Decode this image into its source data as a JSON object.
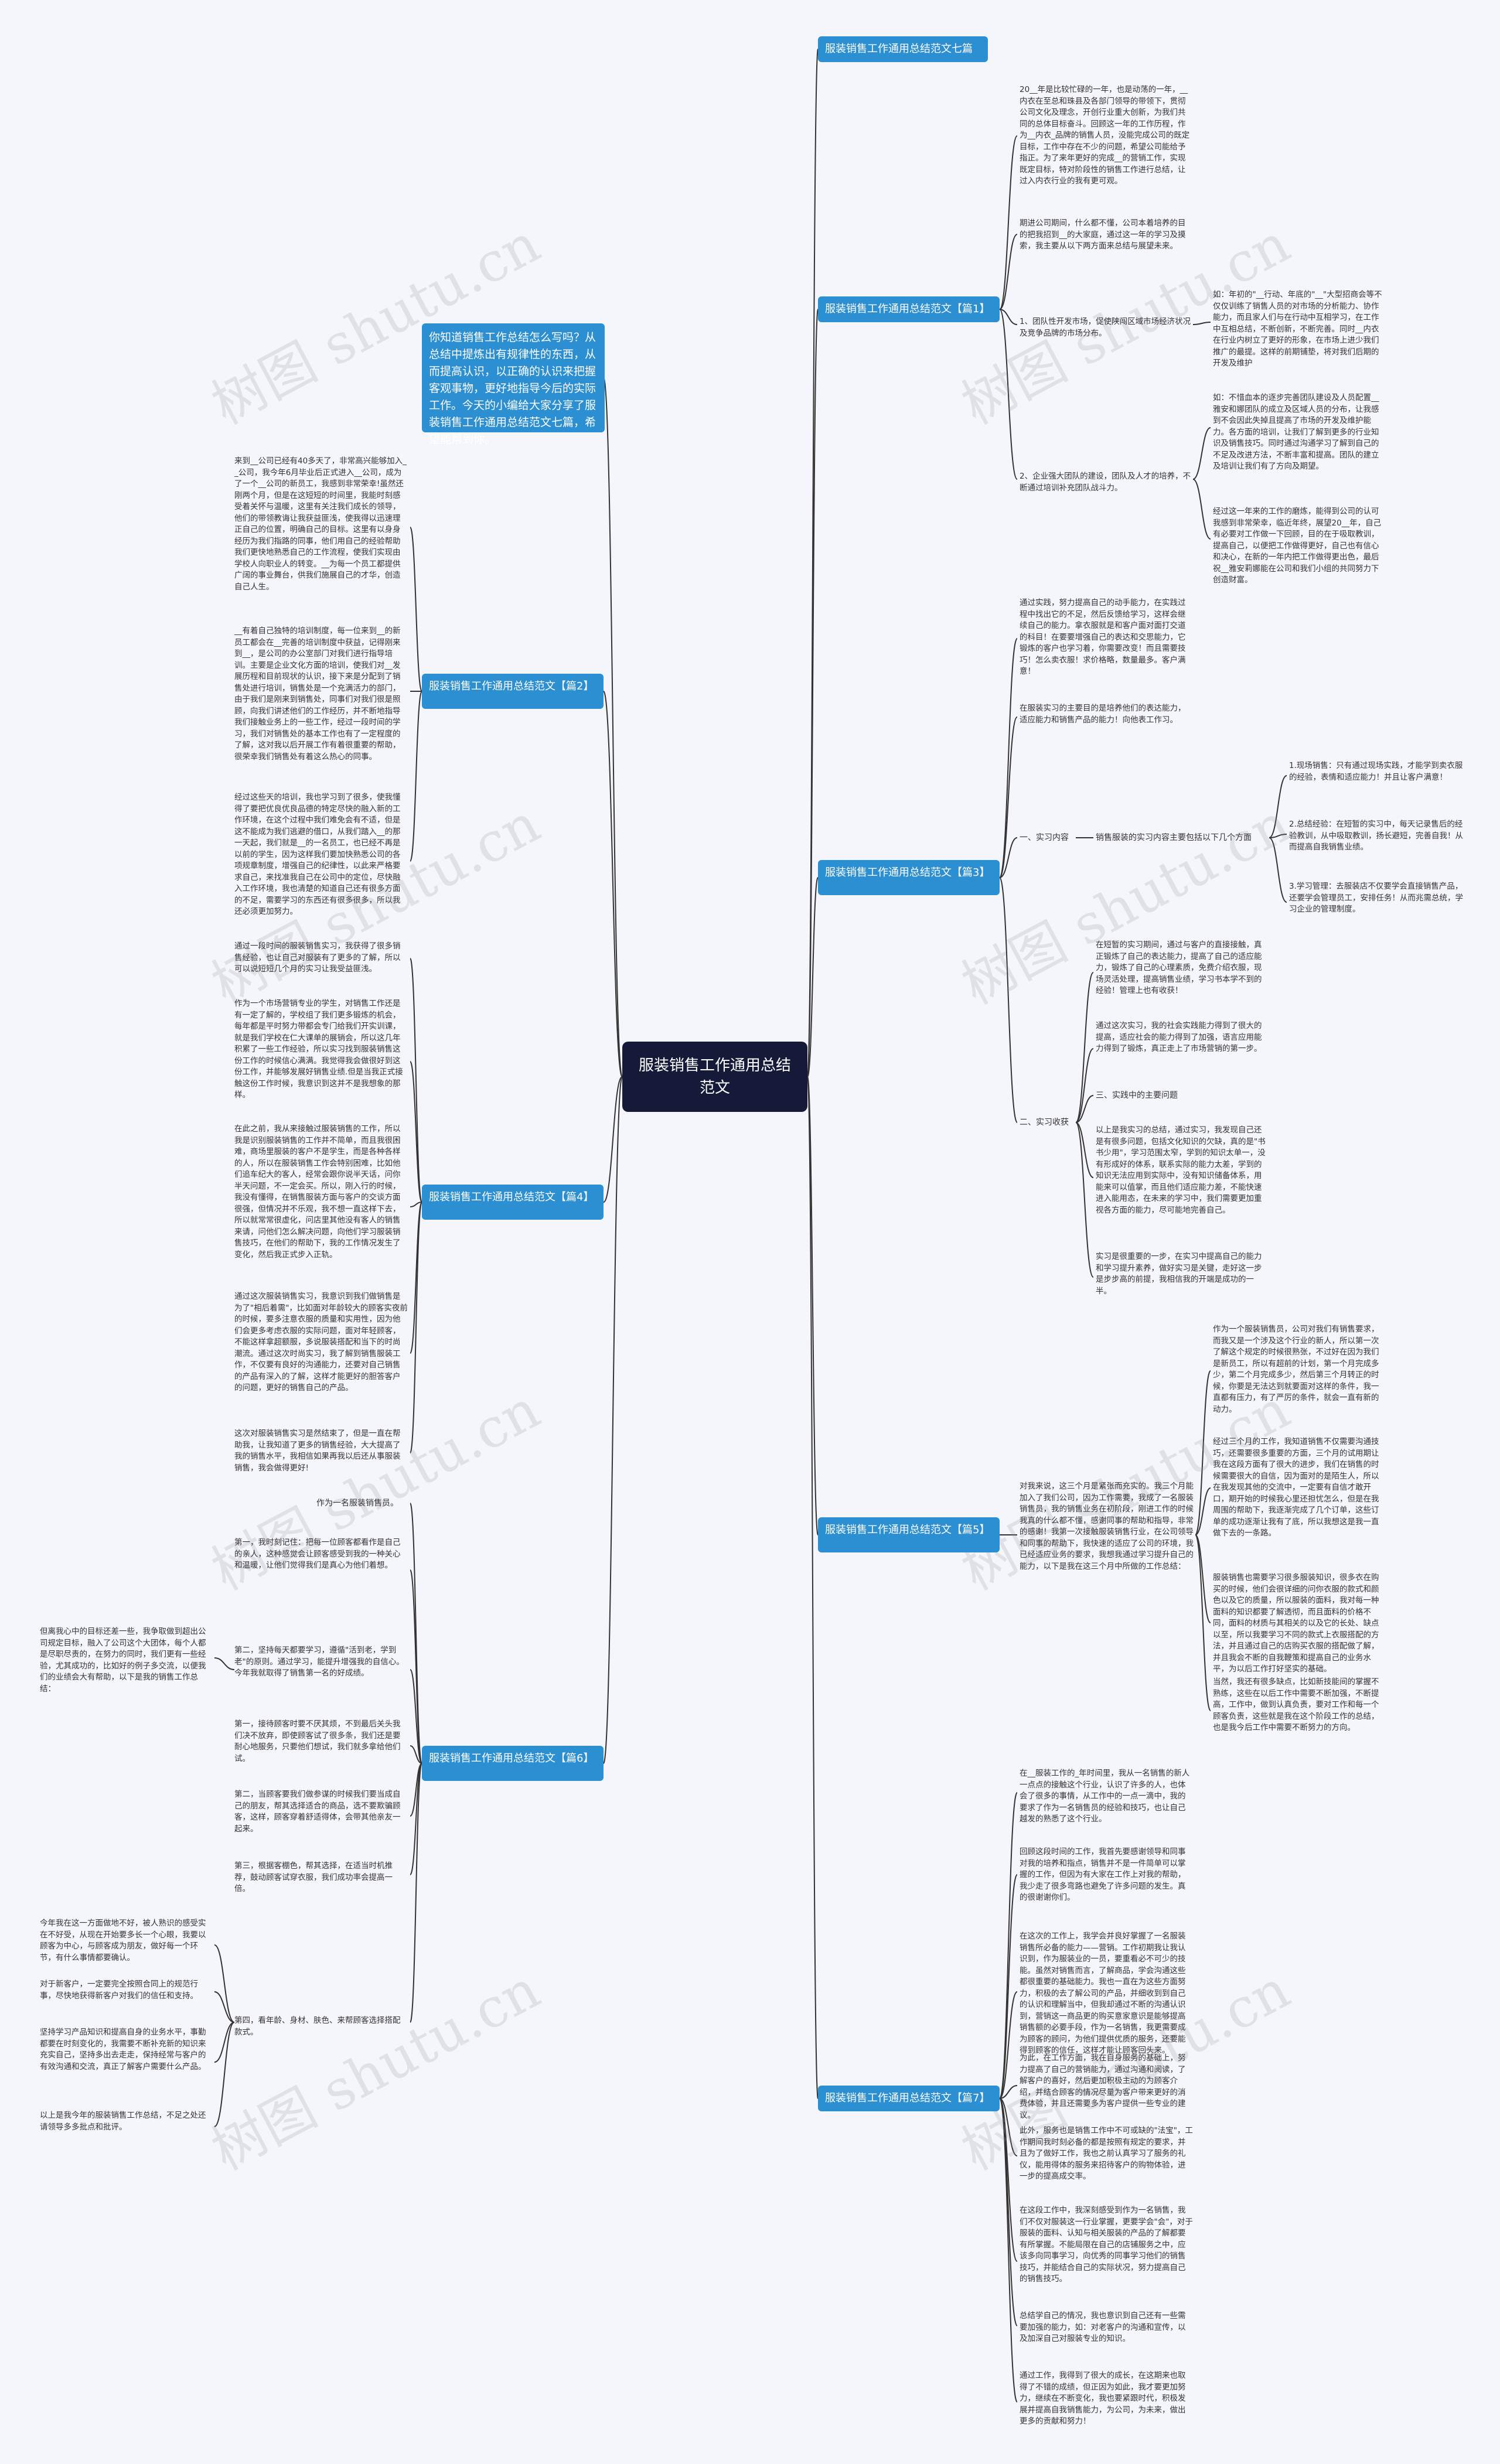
{
  "root": "服装销售工作通用总结范文",
  "intro": "你知道销售工作总结怎么写吗？从总结中提炼出有规律性的东西，从而提高认识，以正确的认识来把握客观事物，更好地指导今后的实际工作。今天的小编给大家分享了服装销售工作通用总结范文七篇，希望能帮到你。",
  "watermark": "树图 shutu.cn",
  "branches": {
    "b7": "服装销售工作通用总结范文七篇",
    "b1": "服装销售工作通用总结范文【篇1】",
    "b2": "服装销售工作通用总结范文【篇2】",
    "b3": "服装销售工作通用总结范文【篇3】",
    "b4": "服装销售工作通用总结范文【篇4】",
    "b5": "服装销售工作通用总结范文【篇5】",
    "b6": "服装销售工作通用总结范文【篇6】",
    "b7b": "服装销售工作通用总结范文【篇7】"
  },
  "p1": {
    "a": "20__年是比较忙碌的一年，也是动荡的一年，__内衣在至总和珠县及各部门领导的带领下，贯彻公司文化及理念，开创行业重大创新，为我们共同的总体目标奋斗。回顾这一年的工作历程，作为__内衣_品牌的销售人员，没能完成公司的既定目标，工作中存在不少的问题，希望公司能给予指正。为了来年更好的完成__的营销工作，实现既定目标，特对阶段性的销售工作进行总结，让过入内衣行业的我有更可观。",
    "b": "期进公司期间，什么都不懂，公司本着培养的目的把我招到__的大家庭，通过这一年的学习及摸索，我主要从以下两方面来总结与展望未来。",
    "c1": "1、团队性开发市场，促使陕闯区域市场经济状况及竞争品牌的市场分布。",
    "c1d": "如：年初的\"__行动、年底的\"__\"大型招商会等不仅仅训练了销售人员的对市场的分析能力、协作能力，而且家人们与在行动中互相学习，在工作中互相总结，不断创新，不断完善。同时__内衣在行业内树立了更好的形象，在市场上进少我们推广的最提。这样的前期铺垫，将对我们后期的开发及维护",
    "c2": "2、企业强大团队的建设，团队及人才的培养，不断通过培训补充团队战斗力。",
    "c2d": "如：不惜血本的逐步完善团队建设及人员配置__雅安和娜团队的成立及区域人员的分布，让我感到不会因此失掉且提高了市场的开发及维护能力。各方面的培训，让我们了解到更多的行业知识及销售技巧。同时通过沟通学习了解到自己的不足及改进方法，不断丰富和提高。团队的建立及培训让我们有了方向及期望。",
    "c2e": "经过这一年来的工作的磨炼，能得到公司的认可我感到非常荣幸，临近年终，展望20__年，自己有必要对工作做一下回顾，目的在于吸取教训，提高自己，以便把工作做得更好，自己也有信心和决心，在新的一年内把工作做得更出色，最后祝__雅安莉娜能在公司和我们小组的共同努力下创造财富。"
  },
  "p2": {
    "a": "来到__公司已经有40多天了，非常高兴能够加入__公司，我今年6月毕业后正式进入__公司，成为了一个__公司的新员工，我感到非常荣幸!虽然还刚两个月，但是在这短短的时间里，我能时刻感受着关怀与温暖，这里有关注我们成长的领导，他们的带领教诲让我获益匪浅，使我得以迅速理正自己的位置，明确自己的目标。这里有以身身经历为我们指路的同事，他们用自己的经验帮助我们更快地熟悉自己的工作流程，使我们实现由学校人向职业人的转变。__为每一个员工都提供广阔的事业舞台，供我们施展自己的才华，创造自己人生。",
    "b": "__有着自己独特的培训制度，每一位来到__的新员工都会在__完善的培训制度中获益，记得刚来到__，是公司的办公室部门对我们进行指导培训。主要是企业文化方面的培训，使我们对__发展历程和目前现状的认识，接下来是分配到了销售处进行培训，销售处是一个充满活力的部门，由于我们是刚来到销售处，同事们对我们很是照顾，向我们讲述他们的工作经历，并不断地指导我们接触业务上的一些工作，经过一段时间的学习，我们对销售处的基本工作也有了一定程度的了解，这对我以后开展工作有着很重要的帮助，很荣幸我们销售处有着这么热心的同事。",
    "c": "经过这些天的培训，我也学习到了很多，使我懂得了要把优良优良品德的特定尽快的融入新的工作环境，在这个过程中我们难免会有不适，但是这不能成为我们逃避的借口，从我们踏入__的那一天起，我们就是__的一名员工，也已经不再是以前的学生，因为这样我们要加快熟悉公司的各项规章制度，增强自己的纪律性，以此来严格要求自己，来找准我自己在公司中的定位，尽快融入工作环境，我也清楚的知道自己还有很多方面的不足，需要学习的东西还有很多很多，所以我还必须更加努力。"
  },
  "p3": {
    "a": "通过实践，努力提高自己的动手能力，在实践过程中找出它的不足，然后反馈给学习，这样会继续自己的能力。拿衣服就是和客户面对面打交道的科目！在要要增强自己的表达和交思能力，它锻炼的客户也学习着，你需要改变！而且需要技巧！怎么卖衣服！求价格略，数量最多。客户满意！",
    "b": "在服装实习的主要目的是培养他们的表达能力，适应能力和销售产品的能力！向他表工作习。",
    "k1": "一、实习内容",
    "k1a": "销售服装的实习内容主要包括以下几个方面",
    "k1a1": "1.现场销售：只有通过现场实践，才能学到卖衣服的经验，表情和适应能力！并且让客户满意！",
    "k1a2": "2.总结经验：在短暂的实习中，每天记录售后的经验教训，从中吸取教训，扬长避短，完善自我！从而提高自我销售业绩。",
    "k1a3": "3.学习管理：去服装店不仅要学会直接销售产品，还要学会管理员工，安排任务！从而兆需总统，学习企业的管理制度。",
    "k2": "二、实习收获",
    "k2a": "在短暂的实习期间，通过与客户的直接接触，真正锻炼了自己的表达能力，提高了自己的适应能力，锻炼了自己的心理素质，免费介绍衣服，现场灵活处理，提高销售业绩，学习书本学不到的经验！管理上也有收获！",
    "k2b": "通过这次实习，我的社会实践能力得到了很大的提高，适应社会的能力得到了加强，语言应用能力得到了锻炼，真正走上了市场营销的第一步。",
    "k2c": "三、实践中的主要问题",
    "k2d": "以上是我实习的总结，通过实习，我发现自己还是有很多问题，包括文化知识的欠缺，真的是\"书书少用\"，学习范围太窄，学到的知识太单一，没有形成好的体系，联系实际的能力太差，学到的知识无法应用到实际中，没有知识储备体系，用能来可以值掌，而且他们适应能力差，不能快速进入能用态，在未来的学习中，我们需要更加重视各方面的能力，尽可能地完善自己。",
    "k2e": "实习是很重要的一步，在实习中提高自己的能力和学习提升素养，做好实习是关键，走好这一步是步步高的前提，我相信我的开端是成功的一半。"
  },
  "p4": {
    "a": "通过一段时间的服装销售实习，我获得了很多销售经验，也让自己对服装有了更多的了解，所以可以说短短几个月的实习让我受益匪浅。",
    "b": "作为一个市场营销专业的学生，对销售工作还是有一定了解的，学校组了我们更多锻炼的机会，每年都是平时努力带都会专门给我们开实训课，就是我们学校在仁大课单的展销会，所以这几年积累了一些工作经验，所以实习找到服装销售这份工作的时候信心满满。我觉得我会做很好到这份工作，并能够发展好销售业绩.但是当我正式接触这份工作时候，我意识到这并不是我想象的那样。",
    "c": "在此之前，我从来接触过服装销售的工作，所以我是识别服装销售的工作并不简单，而且我很困难，商场里服装的客户不是学生，而是各种各样的人，所以在服装销售工作会特别困难，比如他们追车纪大的客人，经常会跟你说半天话，问你半天问题，不一定会买。所以，刚入行的时候，我没有懂得，在销售服装方面与客户的交谈方面很强，但情况并不乐观，我不想一直这样下去，所以就常常很虚化，问店里其他没有客人的销售来请，问他们怎么解决问题，向他们学习服装销售技巧，在他们的帮助下，我的工作情况发生了变化，然后我正式步入正轨。",
    "d": "通过这次服装销售实习，我意识到我们做销售是为了\"相后着需\"，比如面对年龄较大的顾客实夜前的时候，要多注意衣服的质量和实用性，因为他们会更多考虑衣服的实际问题，面对年轻顾客，不能这样拿超额服，多说服装搭配和当下的时尚潮流。通过这次时尚实习，我了解到销售服装工作，不仅要有良好的沟通能力，还要对自己销售的产品有深入的了解，这样才能更好的胆答客户的问题，更好的销售自己的产品。",
    "e": "这次对服装销售实习是然结束了，但是一直在帮助我，让我知道了更多的销售经验，大大提高了我的销售水平，我相信如果再我以后还从事服装销售，我会做得更好!"
  },
  "p5": {
    "a": "对我来说，这三个月是紧张而充实的。我三个月能加入了我们公司，因为工作需要，我成了一名服装销售员，我的销售业务在初阶段，刚进工作的时候我真的什么都不懂，感谢同事的帮助和指导，非常的感谢！我第一次接触服装销售行业，在公司领导和同事的帮助下，我快速的适应了公司的环境，我已经适应业务的要求，我想我通过学习提升自己的能力，以下是我在这三个月中所做的工作总结：",
    "b": "作为一个服装销售员，公司对我们有销售要求，而我又是一个涉及这个行业的新人，所以第一次了解这个规定的时候很熟张，不过好在因为我们是新员工，所以有超前的计划，第一个月完成多少，第二个月完成多少，然后第三个月转正的时候，你要是无法达到就要面对这样的条件，我一直都有压力，有了严厉的条件，就会一直有新的动力。",
    "c": "经过三个月的工作，我知道销售不仅需要沟通技巧，还需要很多重要的方面，三个月的试用期让我在这段方面有了很大的进步，我们在销售的时候需要很大的自信，因为面对的是陌生人，所以在我发现其他的交流中，一定要有自信才敢开口，期开始的时候我心里还担忧怎么，但是在我周围的帮助下，我逐渐完成了几个订单，这些订单的成功逐渐让我有了底，所以我想这是我一直做下去的一条路。",
    "d": "服装销售也需要学习很多服装知识，很多衣在购买的时候，他们会很详细的问你衣服的款式和颜色以及它的质量，所以服装的面料，我对每一种面料的知识都要了解透彻，而且面料的价格不同，面料的材质与其相关的以及它的长处、缺点以至，所以我要学习不同的款式上衣服搭配的方法，并且通过自己的店购买衣服的搭配做了解，并且我会不断的自我鞭策和提高自己的业务水平，为以后工作打好坚实的基础。",
    "e": "当然，我还有很多缺点，比如新技能间的掌握不熟练，这些在以后工作中需要不断加强，不断提高，工作中，做到认真负责，要对工作和每一个顾客负责，这些就是我在这个阶段工作的总结，也是我今后工作中需要不断努力的方向。"
  },
  "p6": {
    "a": "作为一名服装销售员。",
    "b": "第一，我时刻记住：把每一位顾客都看作是自己的亲人，这种感觉会让顾客感受到我的一种关心和温暖，让他们觉得我们是真心为他们着想。",
    "c": "第二，坚持每天都要学习，遵循\"活到老，学到老\"的原则。通过学习，能提升增强我的自信心。今年我就取得了销售第一名的好成绩。",
    "d": "第一，接待顾客时要不厌其烦，不到最后关头我们决不放弃，即使顾客试了很多条，我们还是要耐心地服务，只要他们想试，我们就多拿给他们试。",
    "e": "第二，当顾客要我们做参谋的时候我们要当成自己的朋友，帮其选择适合的商品，选不要欺骗顾客，这样，顾客穿着舒适得体，会带其他亲友一起来。",
    "f": "第三，根据客棚色，帮其选择，在适当时机推荐，鼓动顾客试穿衣服，我们成功率会提高一倍。",
    "g": "第四，看年龄、身材、肤色、来帮顾客选择搭配款式。",
    "h": "但离我心中的目标还差一些，我争取做到超出公司规定目标，融入了公司这个大团体，每个人都是尽职尽责的，在努力的同时，我们更有一些经验，尤其成功的，比如好的例子多交流，以便我们的业绩会大有帮助，以下是我的销售工作总结：",
    "i": "今年我在这一方面做地不好，被人熟识的感受实在不好受，从现在开始要多长一个心眼，我要以顾客为中心，与顾客成为朋友，做好每一个环节，有什么事情都要确认。",
    "j": "对于新客户，一定要完全按照合同上的规范行事，尽快地获得新客户对我们的信任和支持。",
    "k": "坚持学习产品知识和提高自身的业务水平，事勤都要在时刻变化的，我需要不断补充新的知识来充实自己，坚持多出去走走，保持经常与客户的有效沟通和交流，真正了解客户需要什么产品。",
    "l": "以上是我今年的服装销售工作总结，不足之处还请领导多多批点和批评。"
  },
  "p7": {
    "a": "在__服装工作的_年时间里，我从一名销售的新人一点点的接触这个行业，认识了许多的人，也体会了很多的事情，从工作中的一点一滴中，我的要求了作为一名销售员的经验和技巧，也让自己越发的熟悉了这个行业。",
    "b": "回顾这段时间的工作，我首先要感谢领导和同事对我的培养和指点，销售并不是一件简单可以掌握的工作，但因为有大家在工作上对我的帮助，我少走了很多弯路也避免了许多问题的发生。真的很谢谢你们。",
    "c": "在这次的工作上，我学会并良好掌握了一名服装销售所必备的能力——营销。工作初期我让我认识到，作为服装业的一员，要重看必不可少的技能。虽然对销售而言，了解商品，学会沟通这些都很重要的基础能力。我也一直在为这些方面努力，积极的去了解公司的产品，并细收到到自己的认识和理解当中，但我却通过不断的沟通认识到，营销这一商品更的购买意家意识是能够提高销售额的必要手段，作为一名销售，我更需要成为顾客的顾问，为他们提供优质的服务，还要能得到顾客的信任，这样才能让顾客回头来。",
    "d": "为此，在工作方面，我在自身服务的基础上，努力提高了自己的营销能力，通过沟通和阅读，了解客户的喜好，然后更加积极主动的为顾客介绍，并结合顾客的情况尽量为客户带来更好的消费体验，并且还需要多为客户提供一些专业的建议。",
    "e": "此外，服务也是销售工作中不可或缺的\"法宝\"，工作期间我时刻必备的都是按照有规定的要求，并且为了做好工作，我也之前认真学习了服务的礼仪，能用得体的服务来招待客户的购物体验，进一步的提高成交率。",
    "f": "在这段工作中，我深刻感受到作为一名销售，我们不仅对服装这一行业掌握，更要学会\"会\"，对于服装的面料、认知与相关服装的产品的了解都要有所掌握。不能局限在自己的店铺服务之中，应该多向同事学习，向优秀的同事学习他们的销售技巧，并能结合自己的实际状况，努力提高自己的销售技巧。",
    "g": "总结学自己的情况，我也意识到自己还有一些需要加强的能力，如：对老客户的沟通和宣传，以及加深自己对服装专业的知识。",
    "h": "通过工作，我得到了很大的成长，在这期来也取得了不错的成绩，但正因为如此，我才要更加努力，继续在不断变化，我也要紧跟时代，积极发展并提高自我销售能力，为公司，为未来，做出更多的贡献和努力！"
  }
}
